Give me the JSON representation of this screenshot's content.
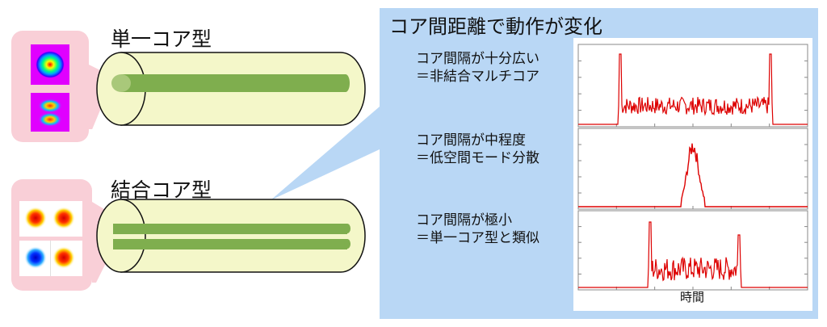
{
  "single_core": {
    "title": "単一コア型"
  },
  "coupled_core": {
    "title": "結合コア型"
  },
  "panel": {
    "title": "コア間距離で動作が変化",
    "cases": [
      {
        "line1": "コア間隔が十分広い",
        "line2": "＝非結合マルチコア"
      },
      {
        "line1": "コア間隔が中程度",
        "line2": "＝低空間モード分散"
      },
      {
        "line1": "コア間隔が極小",
        "line2": "＝単一コア型と類似"
      }
    ],
    "x_axis_label": "時間"
  },
  "colors": {
    "cladding": "#f4f7c9",
    "core": "#7fae4e",
    "pulse": "#dd0000",
    "panel_bg": "#b9d7f5",
    "mode_bg": "#f9cfd7"
  }
}
